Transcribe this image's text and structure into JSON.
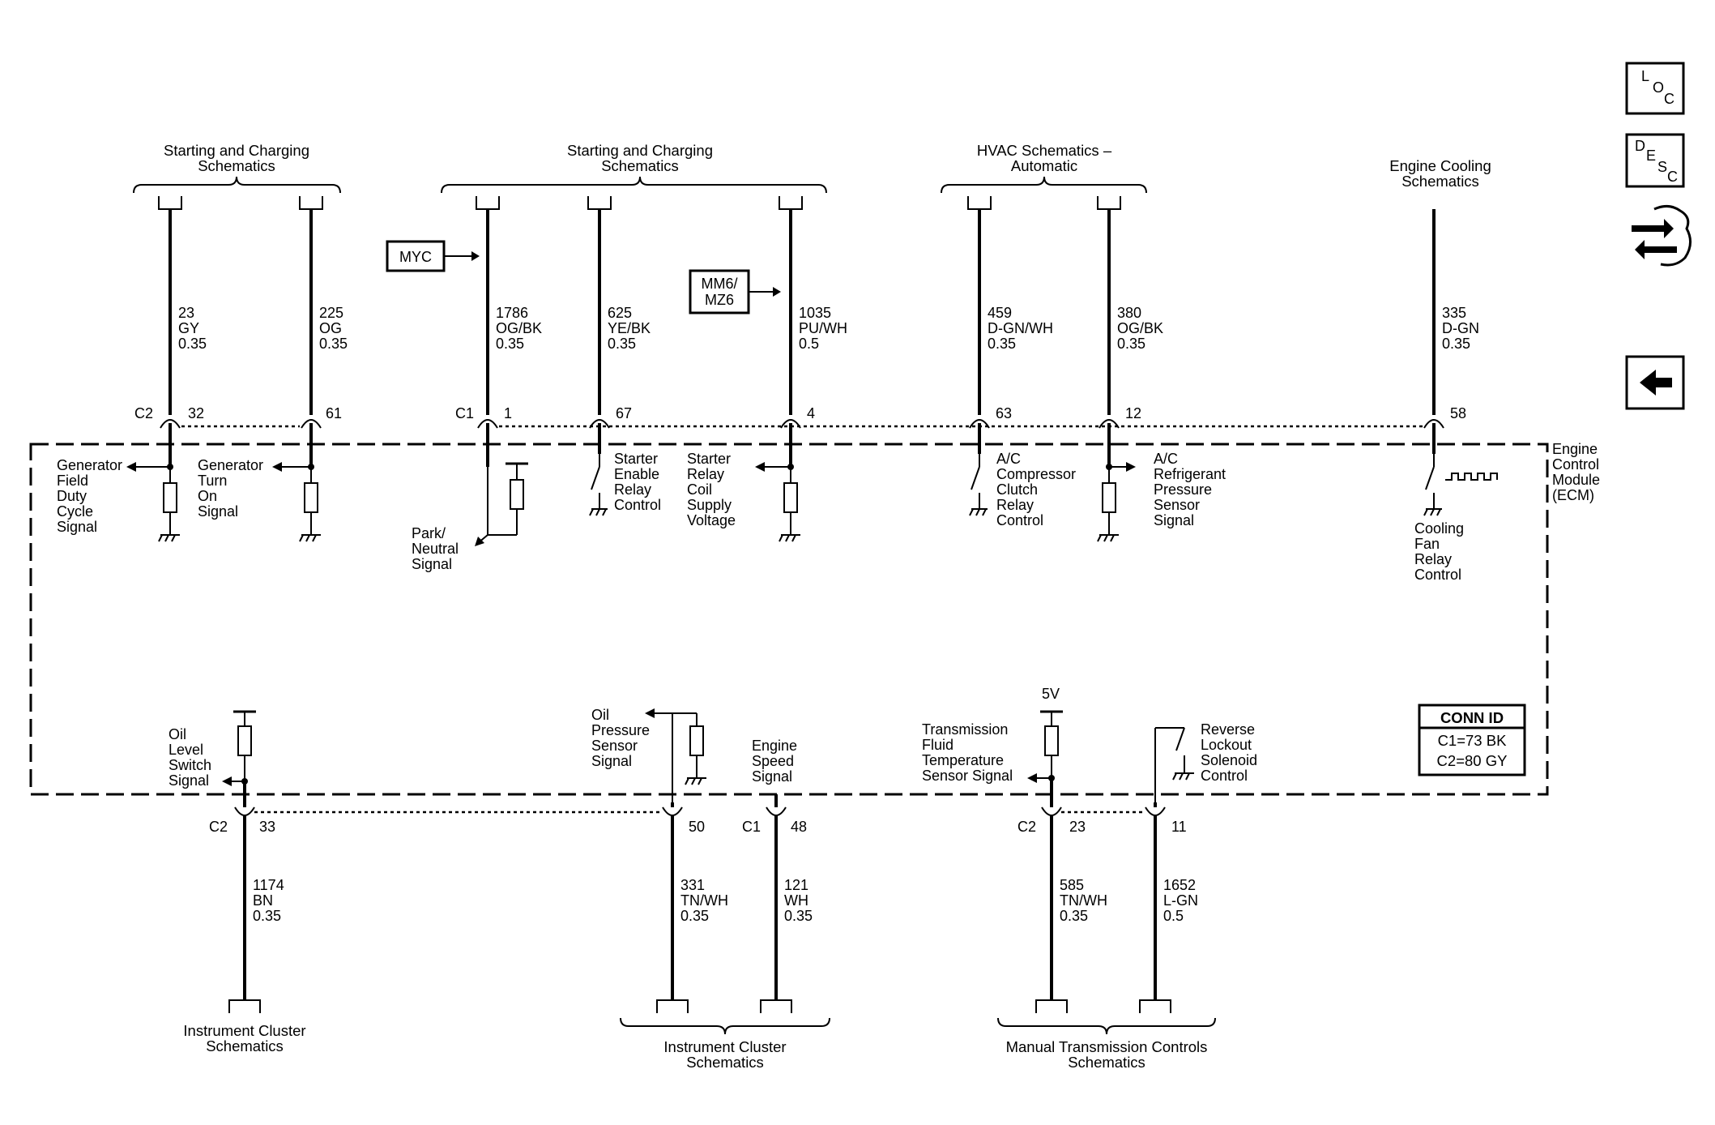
{
  "destinations_top": [
    {
      "id": "sc1",
      "line1": "Starting and Charging",
      "line2": "Schematics"
    },
    {
      "id": "sc2",
      "line1": "Starting and Charging",
      "line2": "Schematics"
    },
    {
      "id": "hvac",
      "line1": "HVAC Schematics –",
      "line2": "Automatic"
    },
    {
      "id": "ecs",
      "line1": "Engine Cooling",
      "line2": "Schematics"
    }
  ],
  "destinations_bottom": [
    {
      "id": "ic1",
      "line1": "Instrument Cluster",
      "line2": "Schematics"
    },
    {
      "id": "ic2",
      "line1": "Instrument Cluster",
      "line2": "Schematics"
    },
    {
      "id": "mtc",
      "line1": "Manual Transmission Controls",
      "line2": "Schematics"
    }
  ],
  "option_boxes": {
    "myc": "MYC",
    "mm6_1": "MM6/",
    "mm6_2": "MZ6"
  },
  "wires_top": [
    {
      "circuit": "23",
      "color": "GY",
      "gauge": "0.35",
      "connector": "C2",
      "pin": "32"
    },
    {
      "circuit": "225",
      "color": "OG",
      "gauge": "0.35",
      "connector": "",
      "pin": "61"
    },
    {
      "circuit": "1786",
      "color": "OG/BK",
      "gauge": "0.35",
      "connector": "C1",
      "pin": "1"
    },
    {
      "circuit": "625",
      "color": "YE/BK",
      "gauge": "0.35",
      "connector": "",
      "pin": "67"
    },
    {
      "circuit": "1035",
      "color": "PU/WH",
      "gauge": "0.5",
      "connector": "",
      "pin": "4"
    },
    {
      "circuit": "459",
      "color": "D-GN/WH",
      "gauge": "0.35",
      "connector": "",
      "pin": "63"
    },
    {
      "circuit": "380",
      "color": "OG/BK",
      "gauge": "0.35",
      "connector": "",
      "pin": "12"
    },
    {
      "circuit": "335",
      "color": "D-GN",
      "gauge": "0.35",
      "connector": "",
      "pin": "58"
    }
  ],
  "wires_bottom": [
    {
      "circuit": "1174",
      "color": "BN",
      "gauge": "0.35",
      "connector": "C2",
      "pin": "33"
    },
    {
      "circuit": "331",
      "color": "TN/WH",
      "gauge": "0.35",
      "connector": "",
      "pin": "50"
    },
    {
      "circuit": "121",
      "color": "WH",
      "gauge": "0.35",
      "connector": "C1",
      "pin": "48"
    },
    {
      "circuit": "585",
      "color": "TN/WH",
      "gauge": "0.35",
      "connector": "C2",
      "pin": "23"
    },
    {
      "circuit": "1652",
      "color": "L-GN",
      "gauge": "0.5",
      "connector": "",
      "pin": "11"
    }
  ],
  "signals_top": [
    [
      "Generator",
      "Field",
      "Duty",
      "Cycle",
      "Signal"
    ],
    [
      "Generator",
      "Turn",
      "On",
      "Signal"
    ],
    [
      "Park/",
      "Neutral",
      "Signal"
    ],
    [
      "Starter",
      "Enable",
      "Relay",
      "Control"
    ],
    [
      "Starter",
      "Relay",
      "Coil",
      "Supply",
      "Voltage"
    ],
    [
      "A/C",
      "Compressor",
      "Clutch",
      "Relay",
      "Control"
    ],
    [
      "A/C",
      "Refrigerant",
      "Pressure",
      "Sensor",
      "Signal"
    ],
    [
      "Cooling",
      "Fan",
      "Relay",
      "Control"
    ]
  ],
  "signals_bottom": [
    [
      "Oil",
      "Level",
      "Switch",
      "Signal"
    ],
    [
      "Oil",
      "Pressure",
      "Sensor",
      "Signal"
    ],
    [
      "Engine",
      "Speed",
      "Signal"
    ],
    [
      "Transmission",
      "Fluid",
      "Temperature",
      "Sensor Signal"
    ],
    [
      "Reverse",
      "Lockout",
      "Solenoid",
      "Control"
    ]
  ],
  "voltage_ref": "5V",
  "module": {
    "line1": "Engine",
    "line2": "Control",
    "line3": "Module",
    "line4": "(ECM)"
  },
  "conn_id": {
    "title": "CONN ID",
    "c1": "C1=73 BK",
    "c2": "C2=80 GY"
  },
  "side_nav": {
    "loc": {
      "a": "L",
      "b": "O",
      "c": "C"
    },
    "desc": {
      "a": "D",
      "b": "E",
      "c": "S",
      "d": "C"
    }
  }
}
